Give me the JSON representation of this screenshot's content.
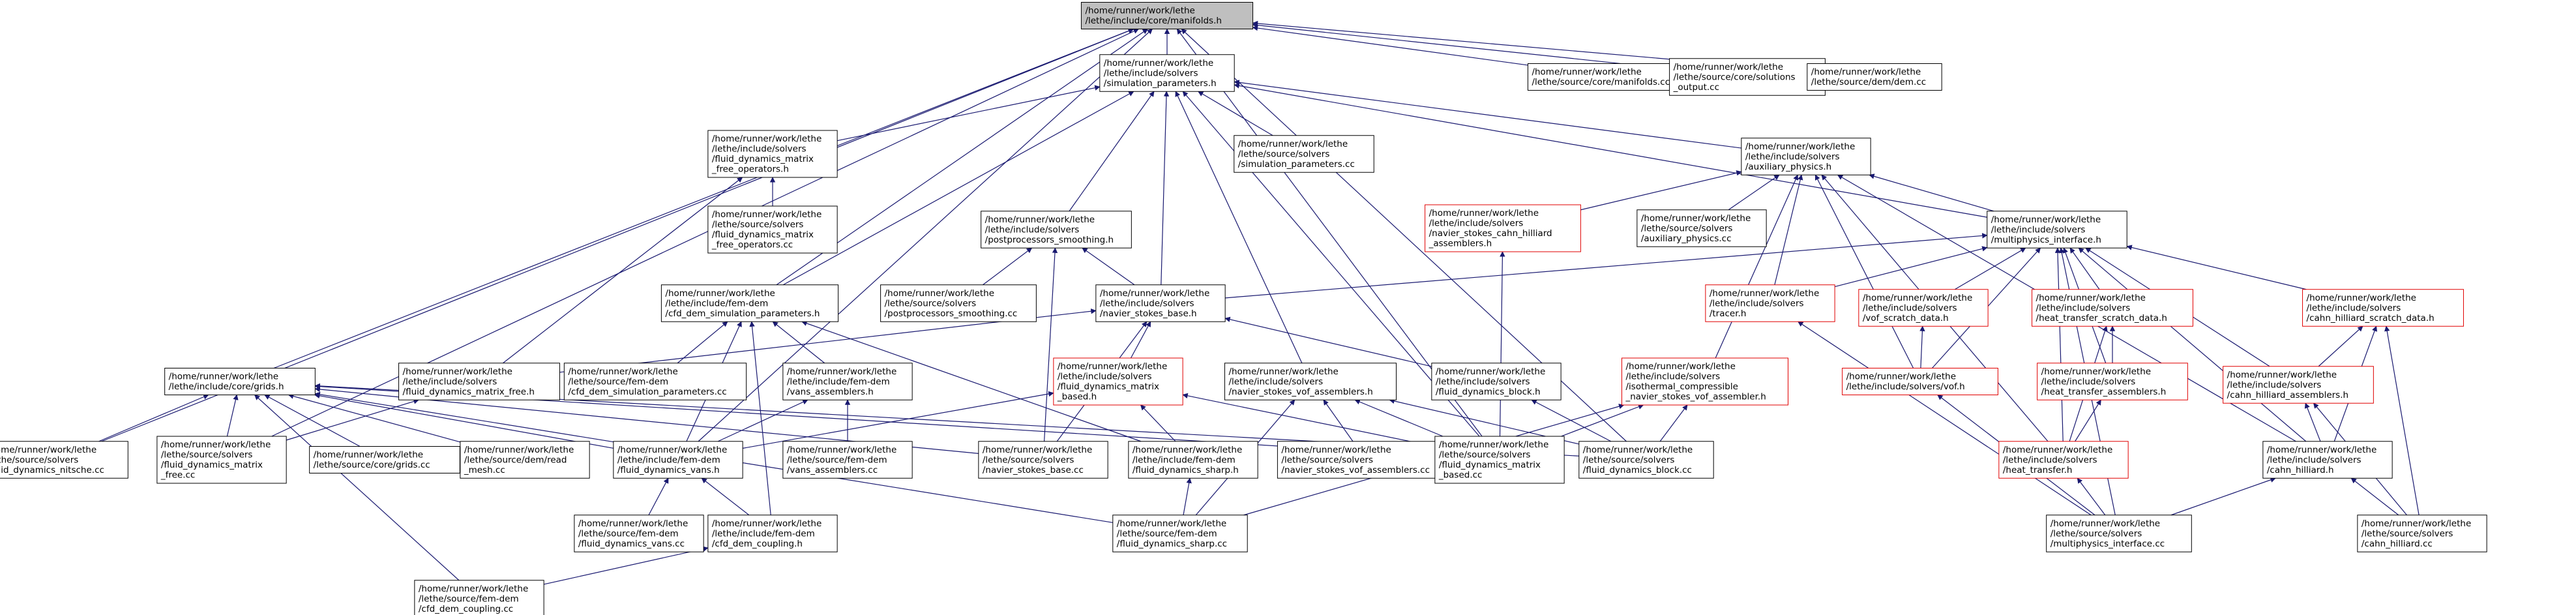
{
  "graph": {
    "colors": {
      "edge": "#191970",
      "box_border_default": "#000000",
      "box_border_missing": "#e00000",
      "root_fill": "#bfbfbf",
      "box_fill": "#ffffff"
    },
    "nodes": [
      {
        "id": "root",
        "lines": [
          "/home/runner/work/lethe",
          "/lethe/include/core/manifolds.h"
        ],
        "style": "root"
      },
      {
        "id": "simparams",
        "lines": [
          "/home/runner/work/lethe",
          "/lethe/include/solvers",
          "/simulation_parameters.h"
        ],
        "style": "normal"
      },
      {
        "id": "manifolds_cc",
        "lines": [
          "/home/runner/work/lethe",
          "/lethe/source/core/manifolds.cc"
        ],
        "style": "normal"
      },
      {
        "id": "sol_output",
        "lines": [
          "/home/runner/work/lethe",
          "/lethe/source/core/solutions",
          "_output.cc"
        ],
        "style": "normal"
      },
      {
        "id": "dem_cc",
        "lines": [
          "/home/runner/work/lethe",
          "/lethe/source/dem/dem.cc"
        ],
        "style": "normal"
      },
      {
        "id": "fdmfo_h",
        "lines": [
          "/home/runner/work/lethe",
          "/lethe/include/solvers",
          "/fluid_dynamics_matrix",
          "_free_operators.h"
        ],
        "style": "normal"
      },
      {
        "id": "simparams_cc",
        "lines": [
          "/home/runner/work/lethe",
          "/lethe/source/solvers",
          "/simulation_parameters.cc"
        ],
        "style": "normal"
      },
      {
        "id": "aux_h",
        "lines": [
          "/home/runner/work/lethe",
          "/lethe/include/solvers",
          "/auxiliary_physics.h"
        ],
        "style": "normal"
      },
      {
        "id": "fdmfo_cc",
        "lines": [
          "/home/runner/work/lethe",
          "/lethe/source/solvers",
          "/fluid_dynamics_matrix",
          "_free_operators.cc"
        ],
        "style": "normal"
      },
      {
        "id": "pps_h",
        "lines": [
          "/home/runner/work/lethe",
          "/lethe/include/solvers",
          "/postprocessors_smoothing.h"
        ],
        "style": "normal"
      },
      {
        "id": "nsch_h",
        "lines": [
          "/home/runner/work/lethe",
          "/lethe/include/solvers",
          "/navier_stokes_cahn_hilliard",
          "_assemblers.h"
        ],
        "style": "missing"
      },
      {
        "id": "aux_cc",
        "lines": [
          "/home/runner/work/lethe",
          "/lethe/source/solvers",
          "/auxiliary_physics.cc"
        ],
        "style": "normal"
      },
      {
        "id": "mpi_h",
        "lines": [
          "/home/runner/work/lethe",
          "/lethe/include/solvers",
          "/multiphysics_interface.h"
        ],
        "style": "normal"
      },
      {
        "id": "chsd_h",
        "lines": [
          "/home/runner/work/lethe",
          "/lethe/include/solvers",
          "/cahn_hilliard_scratch_data.h"
        ],
        "style": "missing"
      },
      {
        "id": "cfdsim_h",
        "lines": [
          "/home/runner/work/lethe",
          "/lethe/include/fem-dem",
          "/cfd_dem_simulation_parameters.h"
        ],
        "style": "normal"
      },
      {
        "id": "pps_cc",
        "lines": [
          "/home/runner/work/lethe",
          "/lethe/source/solvers",
          "/postprocessors_smoothing.cc"
        ],
        "style": "normal"
      },
      {
        "id": "nsb_h",
        "lines": [
          "/home/runner/work/lethe",
          "/lethe/include/solvers",
          "/navier_stokes_base.h"
        ],
        "style": "normal"
      },
      {
        "id": "tracer_h",
        "lines": [
          "/home/runner/work/lethe",
          "/lethe/include/solvers",
          "/tracer.h"
        ],
        "style": "missing"
      },
      {
        "id": "vofsd_h",
        "lines": [
          "/home/runner/work/lethe",
          "/lethe/include/solvers",
          "/vof_scratch_data.h"
        ],
        "style": "missing"
      },
      {
        "id": "htsd_h",
        "lines": [
          "/home/runner/work/lethe",
          "/lethe/include/solvers",
          "/heat_transfer_scratch_data.h"
        ],
        "style": "missing"
      },
      {
        "id": "cha_h",
        "lines": [
          "/home/runner/work/lethe",
          "/lethe/include/solvers",
          "/cahn_hilliard_assemblers.h"
        ],
        "style": "missing"
      },
      {
        "id": "grids_h",
        "lines": [
          "/home/runner/work/lethe",
          "/lethe/include/core/grids.h"
        ],
        "style": "normal"
      },
      {
        "id": "fdmf_h",
        "lines": [
          "/home/runner/work/lethe",
          "/lethe/include/solvers",
          "/fluid_dynamics_matrix_free.h"
        ],
        "style": "normal"
      },
      {
        "id": "cfdsim_cc",
        "lines": [
          "/home/runner/work/lethe",
          "/lethe/source/fem-dem",
          "/cfd_dem_simulation_parameters.cc"
        ],
        "style": "normal"
      },
      {
        "id": "vansa_h",
        "lines": [
          "/home/runner/work/lethe",
          "/lethe/include/fem-dem",
          "/vans_assemblers.h"
        ],
        "style": "normal"
      },
      {
        "id": "fdmb_h",
        "lines": [
          "/home/runner/work/lethe",
          "/lethe/include/solvers",
          "/fluid_dynamics_matrix",
          "_based.h"
        ],
        "style": "missing"
      },
      {
        "id": "nsvofa_h",
        "lines": [
          "/home/runner/work/lethe",
          "/lethe/include/solvers",
          "/navier_stokes_vof_assemblers.h"
        ],
        "style": "normal"
      },
      {
        "id": "fdb_h",
        "lines": [
          "/home/runner/work/lethe",
          "/lethe/include/solvers",
          "/fluid_dynamics_block.h"
        ],
        "style": "normal"
      },
      {
        "id": "itnsvof_h",
        "lines": [
          "/home/runner/work/lethe",
          "/lethe/include/solvers",
          "/isothermal_compressible",
          "_navier_stokes_vof_assembler.h"
        ],
        "style": "missing"
      },
      {
        "id": "vof_h",
        "lines": [
          "/home/runner/work/lethe",
          "/lethe/include/solvers/vof.h"
        ],
        "style": "missing"
      },
      {
        "id": "hta_h",
        "lines": [
          "/home/runner/work/lethe",
          "/lethe/include/solvers",
          "/heat_transfer_assemblers.h"
        ],
        "style": "missing"
      },
      {
        "id": "fdn_cc",
        "lines": [
          "/home/runner/work/lethe",
          "/lethe/source/solvers",
          "/fluid_dynamics_nitsche.cc"
        ],
        "style": "normal"
      },
      {
        "id": "fdmf_cc",
        "lines": [
          "/home/runner/work/lethe",
          "/lethe/source/solvers",
          "/fluid_dynamics_matrix",
          "_free.cc"
        ],
        "style": "normal"
      },
      {
        "id": "grids_cc",
        "lines": [
          "/home/runner/work/lethe",
          "/lethe/source/core/grids.cc"
        ],
        "style": "normal"
      },
      {
        "id": "readmesh_cc",
        "lines": [
          "/home/runner/work/lethe",
          "/lethe/source/dem/read",
          "_mesh.cc"
        ],
        "style": "normal"
      },
      {
        "id": "fdvans_h",
        "lines": [
          "/home/runner/work/lethe",
          "/lethe/include/fem-dem",
          "/fluid_dynamics_vans.h"
        ],
        "style": "normal"
      },
      {
        "id": "vansa_cc",
        "lines": [
          "/home/runner/work/lethe",
          "/lethe/source/fem-dem",
          "/vans_assemblers.cc"
        ],
        "style": "normal"
      },
      {
        "id": "nsb_cc",
        "lines": [
          "/home/runner/work/lethe",
          "/lethe/source/solvers",
          "/navier_stokes_base.cc"
        ],
        "style": "normal"
      },
      {
        "id": "fds_h",
        "lines": [
          "/home/runner/work/lethe",
          "/lethe/include/fem-dem",
          "/fluid_dynamics_sharp.h"
        ],
        "style": "normal"
      },
      {
        "id": "nsvofa_cc",
        "lines": [
          "/home/runner/work/lethe",
          "/lethe/source/solvers",
          "/navier_stokes_vof_assemblers.cc"
        ],
        "style": "normal"
      },
      {
        "id": "fdmb_cc",
        "lines": [
          "/home/runner/work/lethe",
          "/lethe/source/solvers",
          "/fluid_dynamics_matrix",
          "_based.cc"
        ],
        "style": "normal"
      },
      {
        "id": "fdb_cc",
        "lines": [
          "/home/runner/work/lethe",
          "/lethe/source/solvers",
          "/fluid_dynamics_block.cc"
        ],
        "style": "normal"
      },
      {
        "id": "ht_h",
        "lines": [
          "/home/runner/work/lethe",
          "/lethe/include/solvers",
          "/heat_transfer.h"
        ],
        "style": "missing"
      },
      {
        "id": "ch_h",
        "lines": [
          "/home/runner/work/lethe",
          "/lethe/include/solvers",
          "/cahn_hilliard.h"
        ],
        "style": "normal"
      },
      {
        "id": "fdvans_cc",
        "lines": [
          "/home/runner/work/lethe",
          "/lethe/source/fem-dem",
          "/fluid_dynamics_vans.cc"
        ],
        "style": "normal"
      },
      {
        "id": "cfdc_h",
        "lines": [
          "/home/runner/work/lethe",
          "/lethe/include/fem-dem",
          "/cfd_dem_coupling.h"
        ],
        "style": "normal"
      },
      {
        "id": "fds_cc",
        "lines": [
          "/home/runner/work/lethe",
          "/lethe/source/fem-dem",
          "/fluid_dynamics_sharp.cc"
        ],
        "style": "normal"
      },
      {
        "id": "mpi_cc",
        "lines": [
          "/home/runner/work/lethe",
          "/lethe/source/solvers",
          "/multiphysics_interface.cc"
        ],
        "style": "normal"
      },
      {
        "id": "ch_cc",
        "lines": [
          "/home/runner/work/lethe",
          "/lethe/source/solvers",
          "/cahn_hilliard.cc"
        ],
        "style": "normal"
      },
      {
        "id": "cfdc_cc",
        "lines": [
          "/home/runner/work/lethe",
          "/lethe/source/fem-dem",
          "/cfd_dem_coupling.cc"
        ],
        "style": "normal"
      }
    ],
    "edges": [
      [
        "simparams",
        "root"
      ],
      [
        "manifolds_cc",
        "root"
      ],
      [
        "sol_output",
        "root"
      ],
      [
        "dem_cc",
        "root"
      ],
      [
        "grids_h",
        "root"
      ],
      [
        "cfdsim_h",
        "root"
      ],
      [
        "fdn_cc",
        "root"
      ],
      [
        "fdmf_cc",
        "root"
      ],
      [
        "fdvans_h",
        "root"
      ],
      [
        "fdmb_cc",
        "root"
      ],
      [
        "fdb_cc",
        "root"
      ],
      [
        "fdmfo_h",
        "simparams"
      ],
      [
        "simparams_cc",
        "simparams"
      ],
      [
        "aux_h",
        "simparams"
      ],
      [
        "mpi_h",
        "simparams"
      ],
      [
        "pps_h",
        "simparams"
      ],
      [
        "cfdsim_h",
        "simparams"
      ],
      [
        "nsb_h",
        "simparams"
      ],
      [
        "nsvofa_h",
        "simparams"
      ],
      [
        "fdmb_cc",
        "simparams"
      ],
      [
        "fdmfo_cc",
        "fdmfo_h"
      ],
      [
        "fdmf_h",
        "fdmfo_h"
      ],
      [
        "nsch_h",
        "aux_h"
      ],
      [
        "aux_cc",
        "aux_h"
      ],
      [
        "mpi_h",
        "aux_h"
      ],
      [
        "tracer_h",
        "aux_h"
      ],
      [
        "vof_h",
        "aux_h"
      ],
      [
        "ht_h",
        "aux_h"
      ],
      [
        "ch_h",
        "aux_h"
      ],
      [
        "itnsvof_h",
        "aux_h"
      ],
      [
        "pps_cc",
        "pps_h"
      ],
      [
        "nsb_h",
        "pps_h"
      ],
      [
        "nsb_cc",
        "pps_h"
      ],
      [
        "fdmb_cc",
        "nsch_h"
      ],
      [
        "nsb_h",
        "mpi_h"
      ],
      [
        "tracer_h",
        "mpi_h"
      ],
      [
        "vofsd_h",
        "mpi_h"
      ],
      [
        "htsd_h",
        "mpi_h"
      ],
      [
        "chsd_h",
        "mpi_h"
      ],
      [
        "vof_h",
        "mpi_h"
      ],
      [
        "ht_h",
        "mpi_h"
      ],
      [
        "hta_h",
        "mpi_h"
      ],
      [
        "cha_h",
        "mpi_h"
      ],
      [
        "ch_h",
        "mpi_h"
      ],
      [
        "mpi_cc",
        "mpi_h"
      ],
      [
        "cha_h",
        "chsd_h"
      ],
      [
        "ch_h",
        "chsd_h"
      ],
      [
        "ch_cc",
        "chsd_h"
      ],
      [
        "cfdsim_cc",
        "cfdsim_h"
      ],
      [
        "vansa_h",
        "cfdsim_h"
      ],
      [
        "fdvans_h",
        "cfdsim_h"
      ],
      [
        "fds_h",
        "cfdsim_h"
      ],
      [
        "cfdc_h",
        "cfdsim_h"
      ],
      [
        "fdmf_h",
        "nsb_h"
      ],
      [
        "fdmb_h",
        "nsb_h"
      ],
      [
        "fdb_h",
        "nsb_h"
      ],
      [
        "nsb_cc",
        "nsb_h"
      ],
      [
        "mpi_cc",
        "tracer_h"
      ],
      [
        "vof_h",
        "vofsd_h"
      ],
      [
        "ht_h",
        "htsd_h"
      ],
      [
        "hta_h",
        "htsd_h"
      ],
      [
        "ch_h",
        "cha_h"
      ],
      [
        "ch_cc",
        "cha_h"
      ],
      [
        "fdn_cc",
        "grids_h"
      ],
      [
        "fdmf_cc",
        "grids_h"
      ],
      [
        "grids_cc",
        "grids_h"
      ],
      [
        "readmesh_cc",
        "grids_h"
      ],
      [
        "fdvans_h",
        "grids_h"
      ],
      [
        "nsb_cc",
        "grids_h"
      ],
      [
        "fdmb_cc",
        "grids_h"
      ],
      [
        "fdb_cc",
        "grids_h"
      ],
      [
        "cfdc_cc",
        "grids_h"
      ],
      [
        "fds_cc",
        "grids_h"
      ],
      [
        "fdmf_cc",
        "fdmf_h"
      ],
      [
        "fdvans_h",
        "vansa_h"
      ],
      [
        "vansa_cc",
        "vansa_h"
      ],
      [
        "fdvans_h",
        "fdmb_h"
      ],
      [
        "fds_h",
        "fdmb_h"
      ],
      [
        "fdmb_cc",
        "fdmb_h"
      ],
      [
        "nsvofa_cc",
        "nsvofa_h"
      ],
      [
        "fdmb_cc",
        "nsvofa_h"
      ],
      [
        "fdb_cc",
        "nsvofa_h"
      ],
      [
        "fds_cc",
        "nsvofa_h"
      ],
      [
        "fdb_cc",
        "fdb_h"
      ],
      [
        "fdmb_cc",
        "itnsvof_h"
      ],
      [
        "fdb_cc",
        "itnsvof_h"
      ],
      [
        "fds_cc",
        "itnsvof_h"
      ],
      [
        "mpi_cc",
        "vof_h"
      ],
      [
        "ht_h",
        "hta_h"
      ],
      [
        "fdvans_cc",
        "fdvans_h"
      ],
      [
        "cfdc_h",
        "fdvans_h"
      ],
      [
        "fds_cc",
        "fds_h"
      ],
      [
        "mpi_cc",
        "ht_h"
      ],
      [
        "mpi_cc",
        "ch_h"
      ],
      [
        "ch_cc",
        "ch_h"
      ],
      [
        "cfdc_cc",
        "cfdc_h"
      ]
    ]
  }
}
